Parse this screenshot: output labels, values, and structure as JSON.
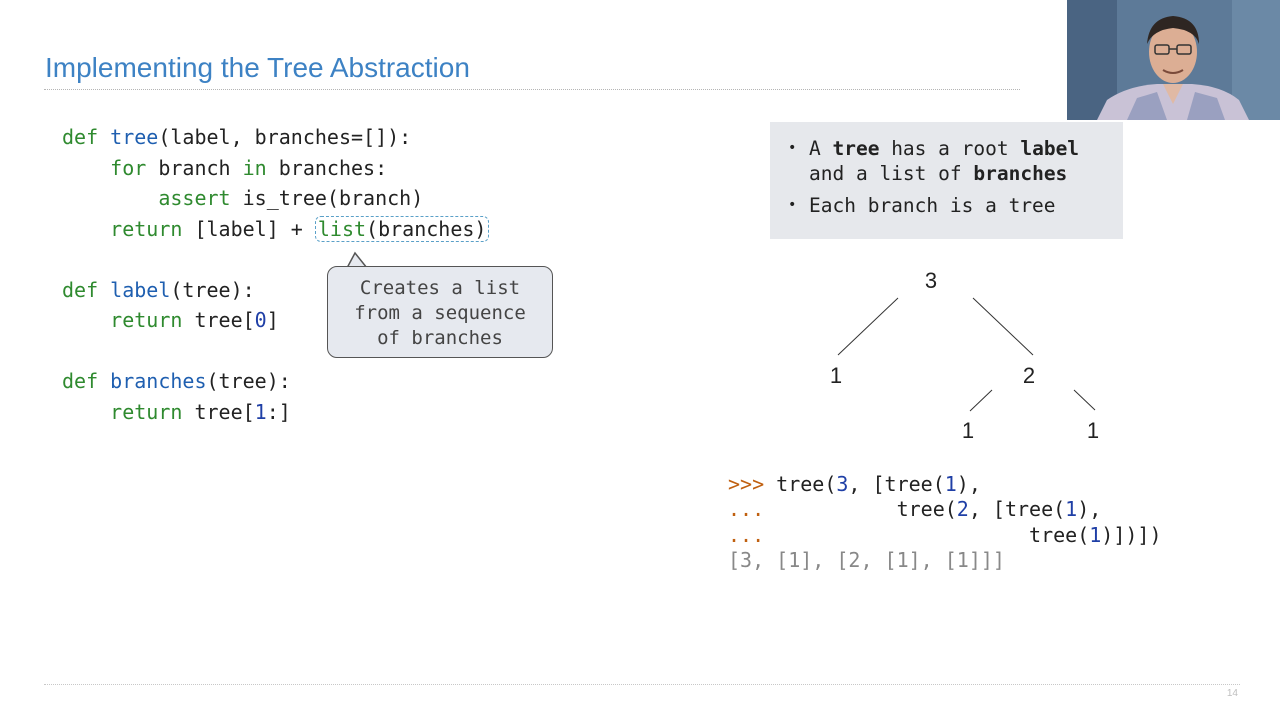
{
  "slide": {
    "title": "Implementing the Tree Abstraction",
    "page_number": "14"
  },
  "code": {
    "tree_def": "def",
    "tree_name": "tree",
    "tree_params": "(label, branches=[]):",
    "for_kw": "for",
    "for_rest": " branch ",
    "in_kw": "in",
    "in_rest": " branches:",
    "assert_kw": "assert",
    "assert_rest": " is_tree(branch)",
    "return_kw": "return",
    "return_rest": " [label] + ",
    "list_fn": "list",
    "list_args": "(branches)",
    "label_def": "def",
    "label_name": "label",
    "label_params": "(tree):",
    "label_return_kw": "return",
    "label_return_rest": " tree[",
    "label_index": "0",
    "label_close": "]",
    "branches_def": "def",
    "branches_name": "branches",
    "branches_params": "(tree):",
    "branches_return_kw": "return",
    "branches_return_rest": " tree[",
    "branches_index": "1",
    "branches_close": ":]"
  },
  "callout": {
    "line1": "Creates a list",
    "line2": "from a sequence",
    "line3": "of branches"
  },
  "info": {
    "b1_p1": "A ",
    "b1_bold1": "tree",
    "b1_p2": " has a root ",
    "b1_bold2": "label",
    "b1_p3": "and a list of ",
    "b1_bold3": "branches",
    "b2": "Each branch is a tree",
    "bullet": "•"
  },
  "tree_nodes": {
    "root": "3",
    "left": "1",
    "right": "2",
    "right_left": "1",
    "right_right": "1"
  },
  "repl": {
    "p1": ">>>",
    "l1_a": " tree(",
    "l1_n1": "3",
    "l1_b": ", [tree(",
    "l1_n2": "1",
    "l1_c": "),",
    "p2": "...",
    "l2_a": "           tree(",
    "l2_n1": "2",
    "l2_b": ", [tree(",
    "l2_n2": "1",
    "l2_c": "),",
    "p3": "...",
    "l3_a": "                      tree(",
    "l3_n1": "1",
    "l3_c": ")])])",
    "output": "[3, [1], [2, [1], [1]]]"
  }
}
